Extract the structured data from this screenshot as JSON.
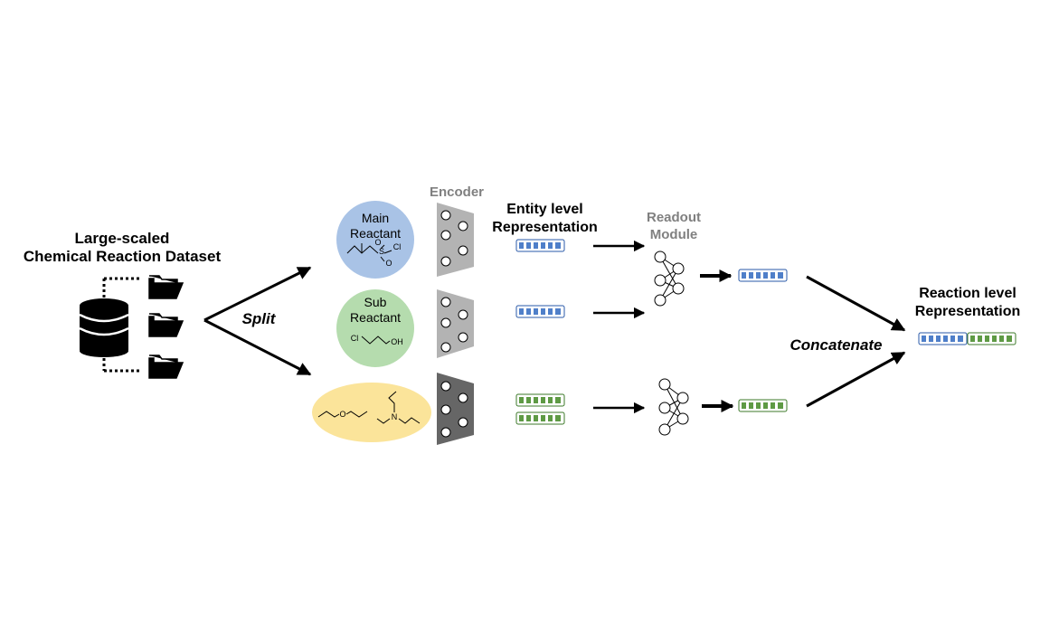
{
  "dataset": {
    "title_line1": "Large-scaled",
    "title_line2": "Chemical Reaction Dataset"
  },
  "split_label": "Split",
  "main_reactant": {
    "line1": "Main",
    "line2": "Reactant",
    "atom_s": "S",
    "atom_o1": "O",
    "atom_o2": "O",
    "atom_cl": "Cl"
  },
  "sub_reactant": {
    "line1": "Sub",
    "line2": "Reactant",
    "atom_cl": "Cl",
    "atom_oh": "OH"
  },
  "reagent": {
    "atom_o": "O",
    "atom_n": "N"
  },
  "encoder_label": "Encoder",
  "entity_label_line1": "Entity level",
  "entity_label_line2": "Representation",
  "readout_label_line1": "Readout",
  "readout_label_line2": "Module",
  "concatenate_label": "Concatenate",
  "reaction_label_line1": "Reaction level",
  "reaction_label_line2": "Representation",
  "colors": {
    "main_circle": "#a9c3e6",
    "sub_circle": "#b5dcae",
    "reagent_ellipse": "#fbe49a",
    "blue_vector": "#4f7fc9",
    "green_vector": "#5e9a44",
    "encoder_light": "#b3b3b3",
    "encoder_dark": "#666666"
  }
}
